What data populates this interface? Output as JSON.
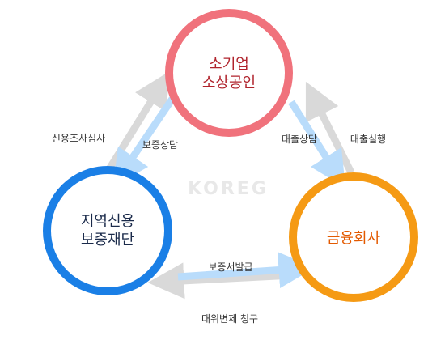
{
  "nodes": {
    "top": {
      "line1": "소기업",
      "line2": "소상공인",
      "color": "#f0727c",
      "text_color": "#b0232c"
    },
    "left": {
      "line1": "지역신용",
      "line2": "보증재단",
      "color": "#1a7fe6",
      "text_color": "#1a2a4a"
    },
    "right": {
      "line1": "금융회사",
      "color": "#f59a14",
      "text_color": "#e35a00"
    }
  },
  "edges": {
    "credit_review": "신용조사심사",
    "guarantee_consult": "보증상담",
    "loan_consult": "대출상담",
    "loan_execution": "대출실행",
    "guarantee_issue": "보증서발급",
    "subrogation_claim": "대위변제 청구"
  },
  "watermark": "KOREG",
  "colors": {
    "gray_arrow": "#d9d9d9",
    "blue_arrow": "#b9dcfb"
  }
}
